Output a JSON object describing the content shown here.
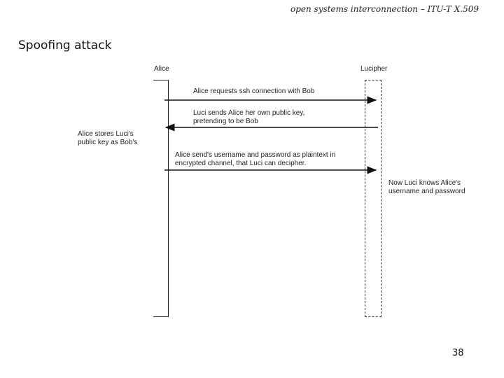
{
  "header": {
    "text": "open systems interconnection – ITU-T X.509"
  },
  "slide": {
    "title": "Spoofing attack",
    "page_number": "38"
  },
  "diagram": {
    "actors": [
      "Alice",
      "Lucipher"
    ],
    "messages": [
      {
        "from": "Alice",
        "to": "Lucipher",
        "lines": [
          "Alice requests ssh connection with Bob"
        ]
      },
      {
        "from": "Lucipher",
        "to": "Alice",
        "lines": [
          "Luci sends Alice her own public key,",
          "pretending to be Bob"
        ]
      },
      {
        "from": "Alice",
        "to": "Lucipher",
        "lines": [
          "Alice send's username and password as plaintext in",
          "encrypted channel, that Luci can decipher."
        ]
      }
    ],
    "notes": [
      {
        "side": "Alice",
        "lines": [
          "Alice stores Luci's",
          "public key as Bob's"
        ]
      },
      {
        "side": "Lucipher",
        "lines": [
          "Now Luci knows Alice's",
          "username and password"
        ]
      }
    ]
  }
}
